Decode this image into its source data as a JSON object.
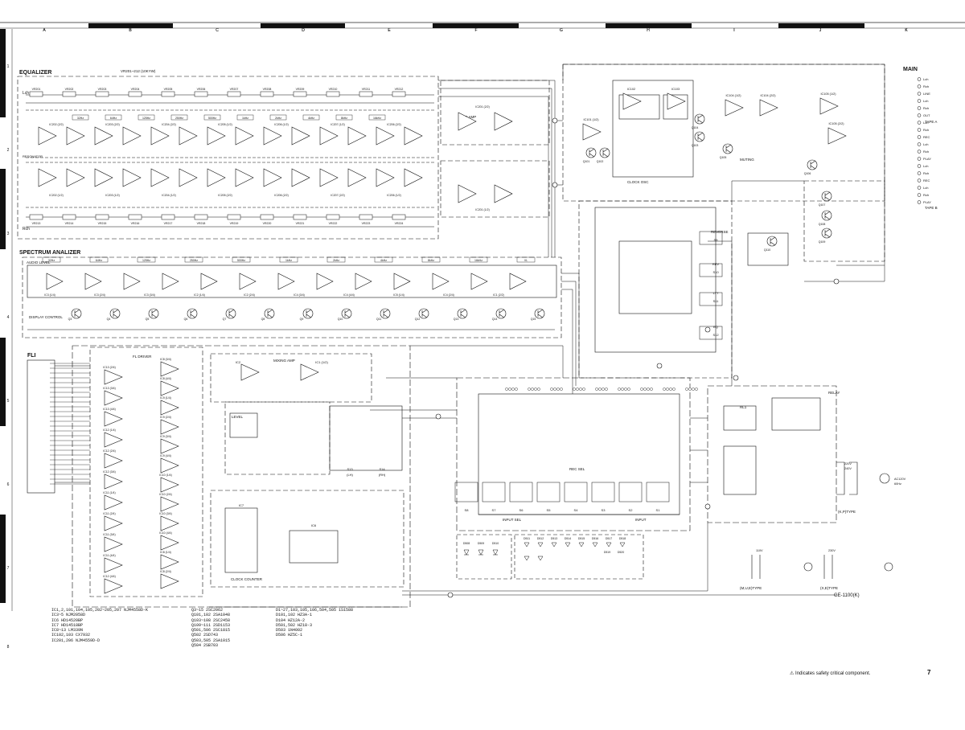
{
  "frame": {
    "columns": [
      "A",
      "B",
      "C",
      "D",
      "E",
      "F",
      "G",
      "H",
      "I",
      "J",
      "K"
    ],
    "rows": [
      "1",
      "2",
      "3",
      "4",
      "5",
      "6",
      "7",
      "8"
    ]
  },
  "sections": {
    "equalizer": "EQUALIZER",
    "spectrum_analizer": "SPECTRUM ANALIZER",
    "fl": "FLI",
    "main": "MAIN",
    "vr_note": "VR201~212 (10KYW)",
    "ge_amp": "GE AMP",
    "display_control": "DISPLAY CONTROL",
    "audio_level": "AUDIO LEVEL",
    "fl_driver": "FL DRIVER",
    "mixing_amp": "MIXING AMP",
    "clock_counter": "CLOCK COUNTER",
    "clock_osc": "CLOCK OSC",
    "muting": "MUTING",
    "reverse": "REVERSE",
    "input": "INPUT",
    "input_sel": "INPUT SEL",
    "rec_sel": "REC SEL",
    "level": "LEVEL",
    "lch": "Lch",
    "rch": "Rch"
  },
  "eq_vr_top": [
    "VR201",
    "VR202",
    "VR203",
    "VR204",
    "VR205",
    "VR206",
    "VR207",
    "VR208",
    "VR209",
    "VR210",
    "VR211",
    "VR212"
  ],
  "eq_vr_bottom": [
    "VR213",
    "VR214",
    "VR215",
    "VR216",
    "VR217",
    "VR218",
    "VR219",
    "VR220",
    "VR221",
    "VR222",
    "VR223",
    "VR224"
  ],
  "eq_freqs": [
    "32Hz",
    "64Hz",
    "125Hz",
    "250Hz",
    "500Hz",
    "1kHz",
    "2kHz",
    "4kHz",
    "8kHz",
    "16kHz"
  ],
  "eq_ic_top": [
    "IC202 (2/2)",
    "IC203 (2/2)",
    "IC204 (2/2)",
    "IC205 (1/2)",
    "IC206 (1/2)",
    "IC207 (1/2)",
    "IC206 (2/2)"
  ],
  "eq_ic_bottom": [
    "IC202 (1/2)",
    "IC203 (1/2)",
    "IC204 (1/2)",
    "IC205 (2/2)",
    "IC206 (2/2)",
    "IC207 (2/2)",
    "IC206 (1/2)"
  ],
  "resonator": "RESONATOR",
  "sa_bands": [
    "32Hz",
    "64Hz",
    "125Hz",
    "250Hz",
    "500Hz",
    "1kHz",
    "2kHz",
    "4kHz",
    "8kHz",
    "16kHz",
    "VL"
  ],
  "sa_ics": [
    "IC3 (1/4)",
    "IC3 (2/4)",
    "IC3 (3/4)",
    "IC2 (1/4)",
    "IC2 (2/4)",
    "IC4 (3/4)",
    "IC4 (4/4)",
    "IC5 (1/4)",
    "IC4 (2/4)",
    "IC1 (2/2)"
  ],
  "sa_transistors": [
    "Q3",
    "Q4",
    "Q5",
    "Q6",
    "Q7",
    "Q8",
    "Q9",
    "Q10",
    "Q11",
    "Q12",
    "Q13",
    "Q14",
    "Q15"
  ],
  "fl_driver_ics": [
    "IC13 (2/4)",
    "IC13 (3/4)",
    "IC13 (4/4)",
    "IC12 (1/4)",
    "IC12 (2/4)",
    "IC12 (3/4)",
    "IC11 (1/4)",
    "IC11 (2/4)",
    "IC11 (3/4)",
    "IC11 (4/4)",
    "IC12 (4/4)"
  ],
  "fl_driver_ics_b": [
    "IC8 (3/4)",
    "IC8 (4/4)",
    "IC9 (1/4)",
    "IC9 (2/4)",
    "IC9 (3/4)",
    "IC9 (4/4)",
    "IC10 (1/4)",
    "IC10 (2/4)",
    "IC10 (3/4)",
    "IC10 (4/4)",
    "IC8 (1/4)",
    "IC8 (2/4)"
  ],
  "center_ics": [
    "IC2",
    "IC1 (1/2)",
    "IC7",
    "IC6"
  ],
  "main_ics": [
    "IC101 (1/2)",
    "IC102",
    "IC103",
    "IC104 (1/2)",
    "IC104 (2/2)",
    "IC105 (1/2)",
    "IC105 (2/2)",
    "IC201 (2/2)",
    "IC201 (1/2)"
  ],
  "main_transistors": [
    "Q101",
    "Q102",
    "Q103",
    "Q104",
    "Q105",
    "Q106",
    "Q107",
    "Q108",
    "Q109",
    "Q110"
  ],
  "switches": [
    "S1",
    "S2",
    "S3",
    "S4",
    "S5",
    "S6",
    "S7",
    "S8",
    "S9",
    "S10",
    "S11",
    "S12",
    "S13",
    "S14"
  ],
  "switch_labels": {
    "s9": "REVERSE",
    "s10": "REV",
    "s11": "LTT",
    "s12": "EQ",
    "s13": "(LH)",
    "s14": "(RH)"
  },
  "io_terminals": [
    "Lch",
    "Rch",
    "LINE",
    "Lch",
    "Rch",
    "OUT",
    "Lch",
    "Rch",
    "REC",
    "Lch",
    "Rch",
    "PLAY",
    "Lch",
    "Rch",
    "REC",
    "Lch",
    "Rch",
    "PLAY"
  ],
  "io_groups": [
    "LINE",
    "TAPE A",
    "TAPE B"
  ],
  "diode_block_a": [
    "D508",
    "D509",
    "D510"
  ],
  "diode_block_b": [
    "D511",
    "D512",
    "D513",
    "D514",
    "D515",
    "D516",
    "D517",
    "D518",
    "D519",
    "D520"
  ],
  "power_labels": {
    "relay": "RL1",
    "type_k_p": "(K,P)TYPE",
    "type_m_u_e": "(M,U,E)TYPE",
    "type_x_e": "(X,E)TYPE",
    "voltages": [
      "AC120V",
      "60Hz",
      "220V",
      "240V",
      "110V",
      "230V"
    ]
  },
  "model": "GE-1100(K)",
  "footer_note": "⚠ Indicates safety critical component.",
  "page_number": "7",
  "parts_lists": {
    "col1": [
      "IC1,2,101,104,105,202~205,207 NJM4558D-K",
      "IC3~5 NJM2058D",
      "IC6 HD14520BP",
      "IC7 HD14518BP",
      "IC8~13 LM339N",
      "IC102,103 CX7932",
      "IC201,206 NJM4559D-D"
    ],
    "col2": [
      "Q3~15 2SC2062",
      "Q101,102 2SA1048",
      "Q103~108 2SC2458",
      "Q109~111 2SD1153",
      "Q501,506 2SC1815",
      "Q502 2SD743",
      "Q503,505 2SA1015",
      "Q504 2SB703"
    ],
    "col3": [
      "D1~27,103,105,106,504,505 1S1588",
      "D101,102 HZ3A-1",
      "D104 HZ12A-2",
      "D501,502 HZ18-3",
      "D503 1N4002",
      "D506 HZ5C-1"
    ]
  }
}
